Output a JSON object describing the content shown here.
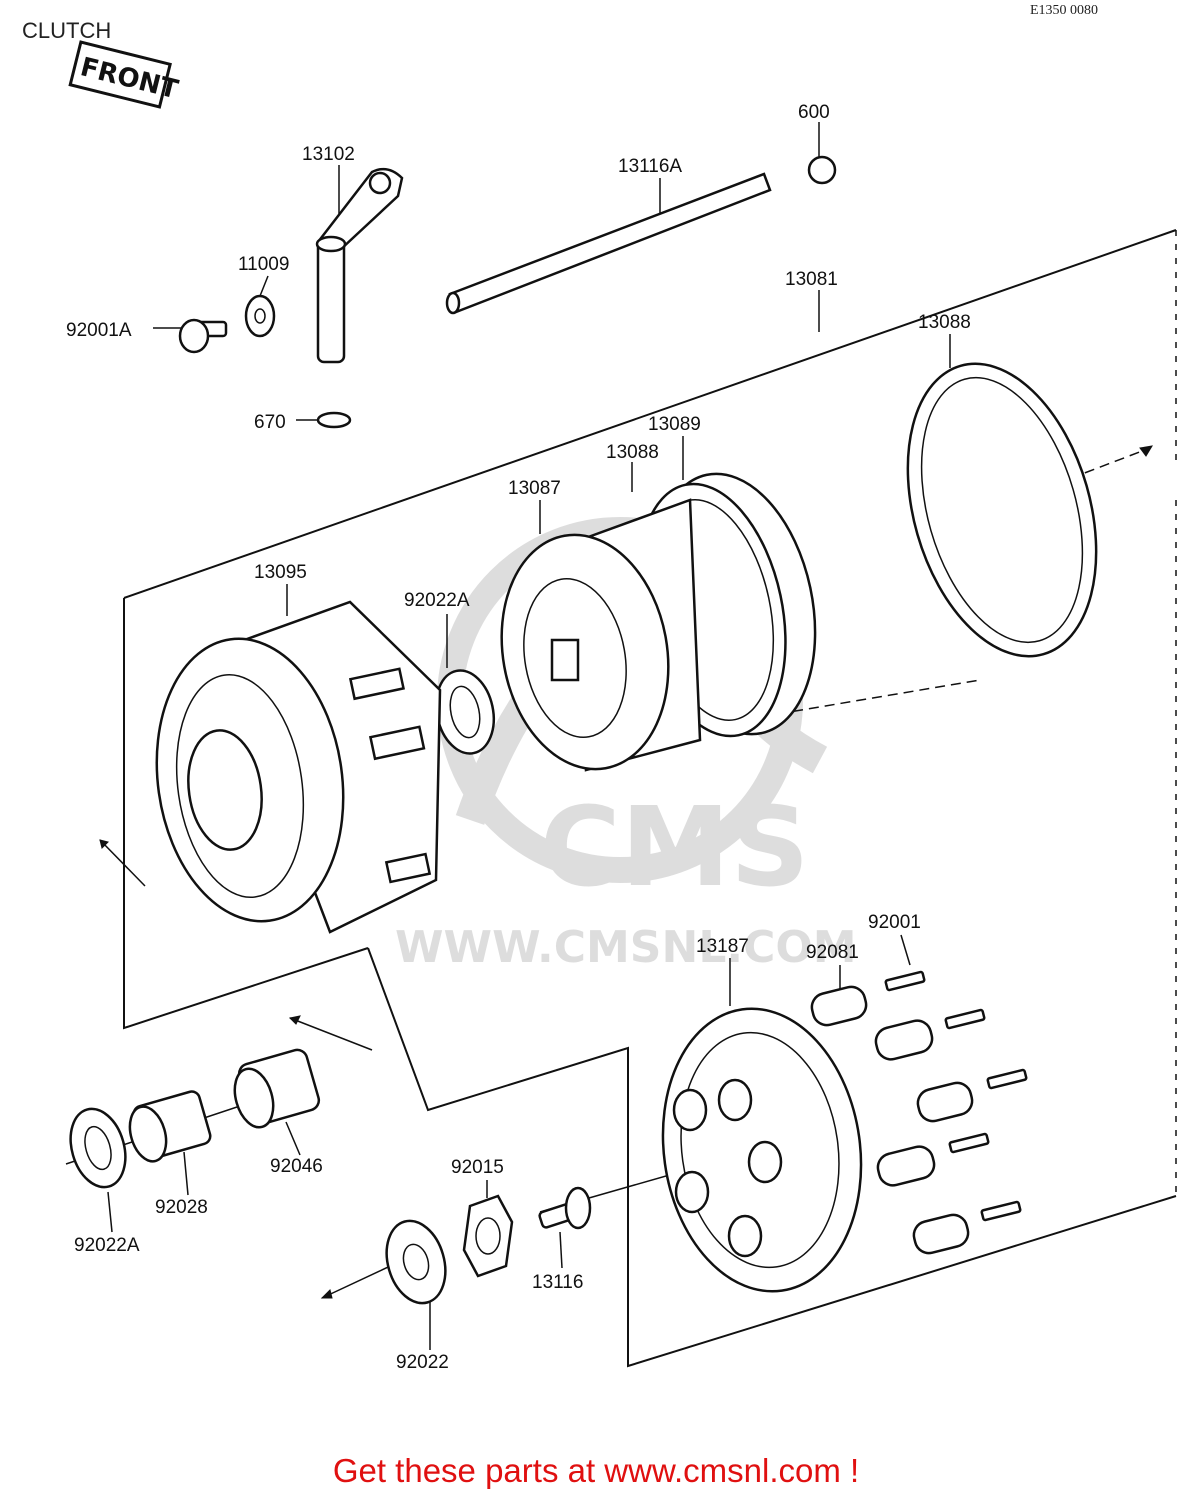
{
  "header": {
    "title": "CLUTCH",
    "code": "E1350 0080",
    "front_tag": "FRONT"
  },
  "watermark": {
    "brand": "CMS",
    "url": "WWW.CMSNL.COM"
  },
  "parts": [
    {
      "id": "p-13102",
      "label": "13102"
    },
    {
      "id": "p-11009",
      "label": "11009"
    },
    {
      "id": "p-92001A",
      "label": "92001A"
    },
    {
      "id": "p-670",
      "label": "670"
    },
    {
      "id": "p-13116A",
      "label": "13116A"
    },
    {
      "id": "p-600",
      "label": "600"
    },
    {
      "id": "p-13081",
      "label": "13081"
    },
    {
      "id": "p-13088-top",
      "label": "13088"
    },
    {
      "id": "p-13089",
      "label": "13089"
    },
    {
      "id": "p-13088",
      "label": "13088"
    },
    {
      "id": "p-13087",
      "label": "13087"
    },
    {
      "id": "p-13095",
      "label": "13095"
    },
    {
      "id": "p-92022A-top",
      "label": "92022A"
    },
    {
      "id": "p-92001",
      "label": "92001"
    },
    {
      "id": "p-92081",
      "label": "92081"
    },
    {
      "id": "p-13187",
      "label": "13187"
    },
    {
      "id": "p-92015",
      "label": "92015"
    },
    {
      "id": "p-92046",
      "label": "92046"
    },
    {
      "id": "p-92028",
      "label": "92028"
    },
    {
      "id": "p-92022A-bottom",
      "label": "92022A"
    },
    {
      "id": "p-13116",
      "label": "13116"
    },
    {
      "id": "p-92022",
      "label": "92022"
    }
  ],
  "footer": {
    "cta": "Get these parts at www.cmsnl.com !"
  }
}
